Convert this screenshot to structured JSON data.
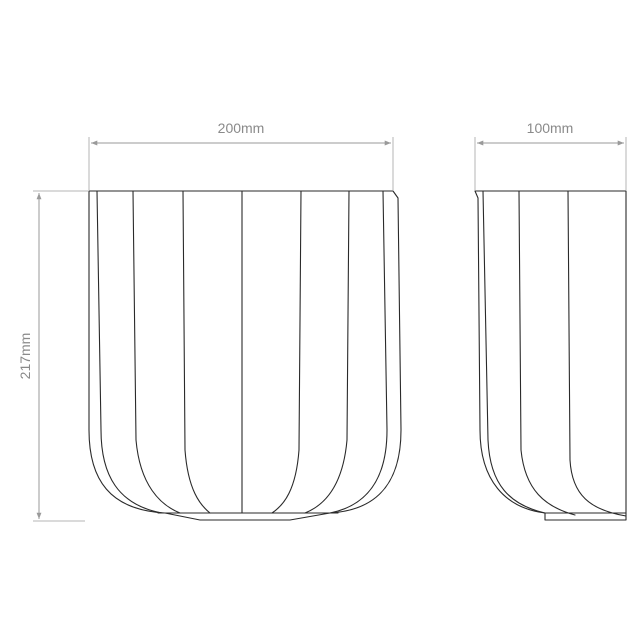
{
  "dimensions": {
    "width_front": "200mm",
    "width_side": "100mm",
    "height": "217mm"
  },
  "colors": {
    "background": "#ffffff",
    "outline": "#2a2a2a",
    "dimension": "#9a9a9a"
  }
}
